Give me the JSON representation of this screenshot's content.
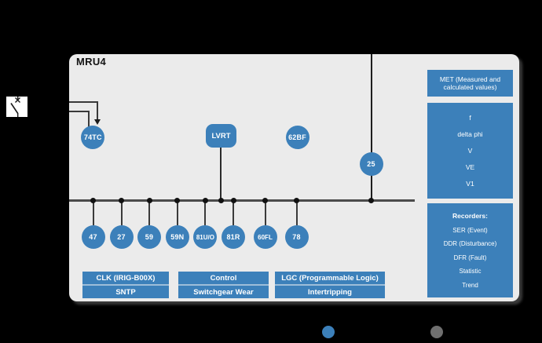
{
  "title": "MRU4",
  "ansi": {
    "trip_circuit": "74TC",
    "lvrt": "LVRT",
    "breaker_failure": "62BF",
    "sync_check": "25"
  },
  "bus_functions": [
    "47",
    "27",
    "59",
    "59N",
    "81U/O",
    "81R",
    "60FL",
    "78"
  ],
  "met_box": {
    "text": "MET (Measured and calculated values)"
  },
  "measurements": {
    "items": [
      "f",
      "delta phi",
      "V",
      "VE",
      "V1"
    ]
  },
  "recorders": {
    "title": "Recorders:",
    "items": [
      "SER (Event)",
      "DDR (Disturbance)",
      "DFR (Fault)",
      "Statistic",
      "Trend"
    ]
  },
  "features": {
    "clock": {
      "top": "CLK (IRIG-B00X)",
      "bottom": "SNTP"
    },
    "control": {
      "top": "Control",
      "bottom": "Switchgear Wear"
    },
    "logic": {
      "top": "LGC (Programmable Logic)",
      "bottom": "Intertripping"
    }
  },
  "legend": {
    "available_color": "#3c80ba",
    "unavailable_color": "#6f6f6f"
  },
  "colors": {
    "accent_blue": "#3c80ba",
    "panel_gray": "#ebebeb",
    "background": "#000000",
    "bus_gray": "#4b4b4b"
  }
}
